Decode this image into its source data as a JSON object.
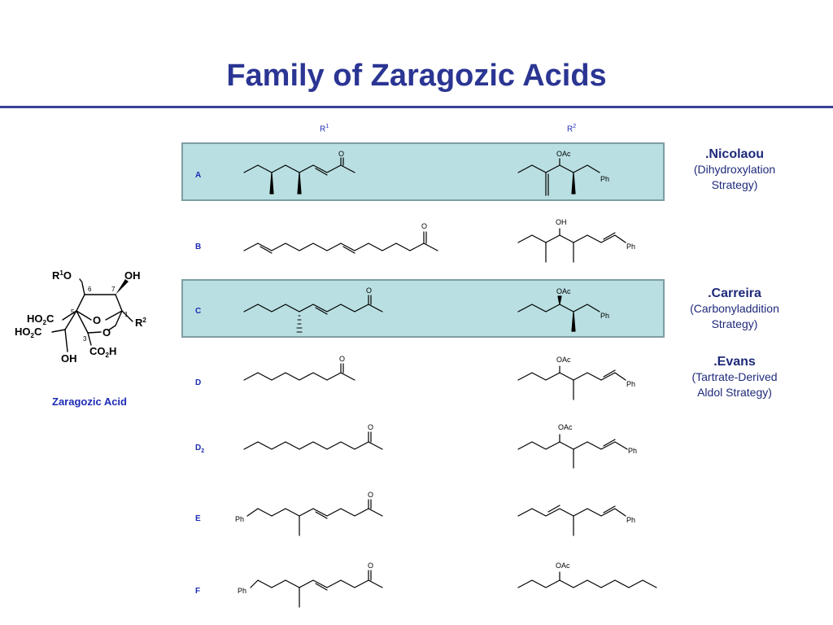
{
  "title": "Family of Zaragozic Acids",
  "columns": {
    "r1": "R",
    "r1_sup": "1",
    "r2": "R",
    "r2_sup": "2"
  },
  "rows": [
    {
      "label": "A"
    },
    {
      "label": "B"
    },
    {
      "label": "C"
    },
    {
      "label": "D"
    },
    {
      "label": "D",
      "sub": "2"
    },
    {
      "label": "E"
    },
    {
      "label": "F"
    }
  ],
  "atoms": {
    "oxygen": "O",
    "oac": "OAc",
    "oh": "OH",
    "ph": "Ph"
  },
  "authors": [
    {
      "name": ".Nicolaou",
      "desc1": "(Dihydroxylation",
      "desc2": "Strategy)"
    },
    {
      "name": ".Carreira",
      "desc1": "(Carbonyladdition",
      "desc2": "Strategy)"
    },
    {
      "name": ".Evans",
      "desc1": "(Tartrate-Derived",
      "desc2": "Aldol Strategy)"
    }
  ],
  "core": {
    "label": "Zaragozic Acid",
    "r1o_r": "R",
    "r1o_sup": "1",
    "r1o_o": "O",
    "oh_top": "OH",
    "r2_r": "R",
    "r2_sup": "2",
    "ho2c_top": "HO",
    "ho2c_top_sub": "2",
    "ho2c_top_c": "C",
    "ho2c_bot": "HO",
    "ho2c_bot_sub": "2",
    "ho2c_bot_c": "C",
    "oh_bot": "OH",
    "co2h": "CO",
    "co2h_sub": "2",
    "co2h_h": "H",
    "ring_o1": "O",
    "ring_o2": "O",
    "n6": "6",
    "n7": "7",
    "n5": "5",
    "n1": "1",
    "n3": "3"
  },
  "colors": {
    "title": "#2b3593",
    "band": "#b9dfe2",
    "label": "#1d2bb5",
    "author": "#1e2a7a"
  }
}
